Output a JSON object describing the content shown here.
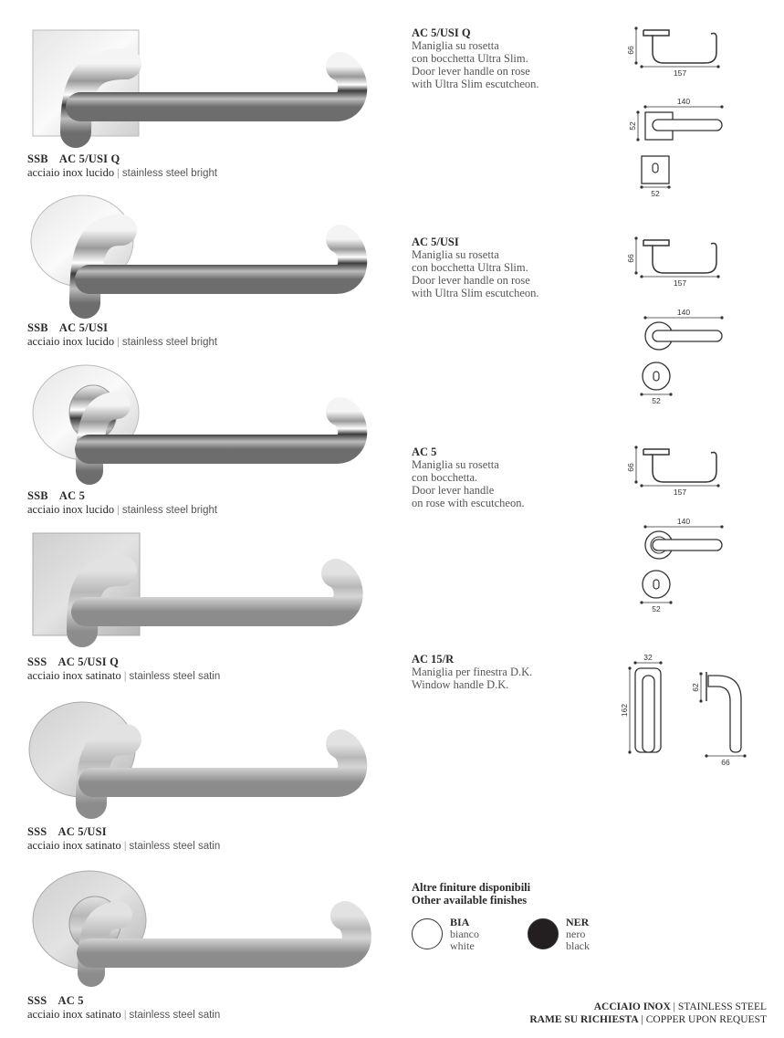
{
  "products": [
    {
      "finish_code": "SSB",
      "model": "AC 5/USI Q",
      "material_it": "acciaio inox lucido",
      "material_en": "stainless steel bright"
    },
    {
      "finish_code": "SSB",
      "model": "AC 5/USI",
      "material_it": "acciaio inox lucido",
      "material_en": "stainless steel bright"
    },
    {
      "finish_code": "SSB",
      "model": "AC 5",
      "material_it": "acciaio inox lucido",
      "material_en": "stainless steel bright"
    },
    {
      "finish_code": "SSS",
      "model": "AC 5/USI Q",
      "material_it": "acciaio inox satinato",
      "material_en": "stainless steel satin"
    },
    {
      "finish_code": "SSS",
      "model": "AC 5/USI",
      "material_it": "acciaio inox satinato",
      "material_en": "stainless steel satin"
    },
    {
      "finish_code": "SSS",
      "model": "AC 5",
      "material_it": "acciaio inox satinato",
      "material_en": "stainless steel satin"
    }
  ],
  "descriptions": [
    {
      "title": "AC 5/USI Q",
      "lines": [
        "Maniglia su rosetta",
        "con bocchetta Ultra Slim.",
        "Door lever handle on rose",
        "with Ultra Slim escutcheon."
      ]
    },
    {
      "title": "AC 5/USI",
      "lines": [
        "Maniglia su rosetta",
        "con bocchetta Ultra Slim.",
        "Door lever handle on rose",
        "with Ultra Slim escutcheon."
      ]
    },
    {
      "title": "AC 5",
      "lines": [
        "Maniglia su rosetta",
        "con bocchetta.",
        "Door lever handle",
        "on rose with escutcheon."
      ]
    },
    {
      "title": "AC 15/R",
      "lines": [
        "Maniglia per finestra D.K.",
        "Window handle D.K."
      ]
    }
  ],
  "dimensions": {
    "d1": {
      "height": "66",
      "length": "157",
      "lever": "140",
      "rose_h": "52",
      "escutcheon": "52"
    },
    "d2": {
      "height": "66",
      "length": "157",
      "lever": "140",
      "escutcheon": "52"
    },
    "d3": {
      "height": "66",
      "length": "157",
      "lever": "140",
      "escutcheon": "52"
    },
    "d4": {
      "width": "32",
      "height": "162",
      "side_h": "62",
      "side_w": "66"
    }
  },
  "finishes": {
    "title_it": "Altre finiture disponibili",
    "title_en": "Other available finishes",
    "items": [
      {
        "code": "BIA",
        "name_it": "bianco",
        "name_en": "white",
        "color": "#ffffff"
      },
      {
        "code": "NER",
        "name_it": "nero",
        "name_en": "black",
        "color": "#231f20"
      }
    ]
  },
  "footer": {
    "line1_bold": "ACCIAIO INOX",
    "line1_rest": "STAINLESS STEEL",
    "line2_bold": "RAME SU RICHIESTA",
    "line2_rest": "COPPER UPON REQUEST",
    "sep": " | "
  }
}
